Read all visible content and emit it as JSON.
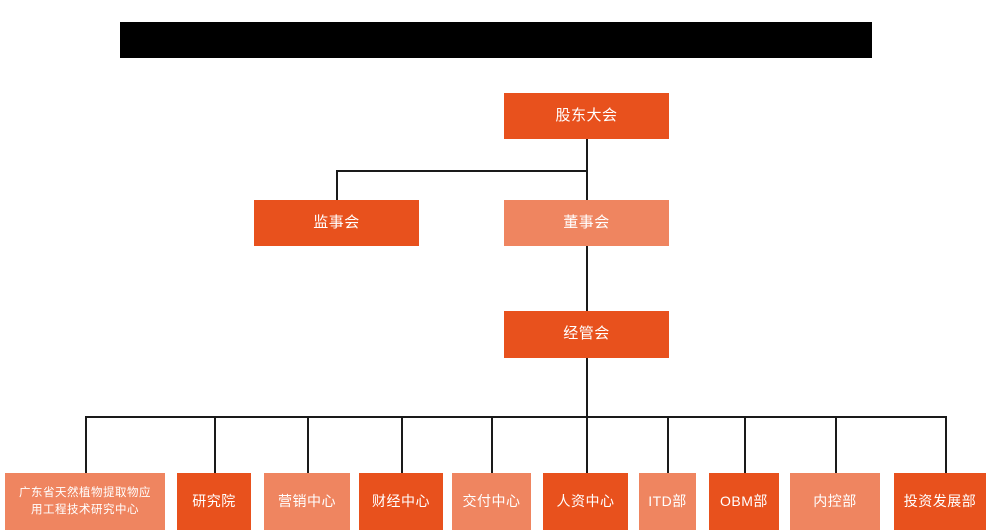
{
  "diagram": {
    "type": "organization-chart",
    "title_bar": {
      "label": "",
      "redacted": true,
      "color": "#000000"
    },
    "colors": {
      "dark_orange": "#E8511D",
      "light_salmon": "#EF8560",
      "connector": "#1a1a1a",
      "background": "#FFFFFF",
      "text": "#FFFFFF"
    },
    "levels": [
      {
        "level": 1,
        "nodes": [
          {
            "id": "shareholders",
            "label": "股东大会",
            "shade": "dark"
          }
        ]
      },
      {
        "level": 2,
        "nodes": [
          {
            "id": "supervisory-board",
            "label": "监事会",
            "shade": "dark"
          },
          {
            "id": "board-of-directors",
            "label": "董事会",
            "shade": "light"
          }
        ]
      },
      {
        "level": 3,
        "nodes": [
          {
            "id": "management-committee",
            "label": "经管会",
            "shade": "dark"
          }
        ]
      },
      {
        "level": 4,
        "nodes": [
          {
            "id": "gd-research-center",
            "label": "广东省天然植物提取物应\n用工程技术研究中心",
            "shade": "light"
          },
          {
            "id": "research-institute",
            "label": "研究院",
            "shade": "dark"
          },
          {
            "id": "marketing-center",
            "label": "营销中心",
            "shade": "light"
          },
          {
            "id": "finance-center",
            "label": "财经中心",
            "shade": "dark"
          },
          {
            "id": "delivery-center",
            "label": "交付中心",
            "shade": "light"
          },
          {
            "id": "hr-center",
            "label": "人资中心",
            "shade": "dark"
          },
          {
            "id": "itd-dept",
            "label": "ITD部",
            "shade": "light"
          },
          {
            "id": "obm-dept",
            "label": "OBM部",
            "shade": "dark"
          },
          {
            "id": "internal-control-dept",
            "label": "内控部",
            "shade": "light"
          },
          {
            "id": "investment-development-dept",
            "label": "投资发展部",
            "shade": "dark"
          }
        ]
      }
    ]
  }
}
